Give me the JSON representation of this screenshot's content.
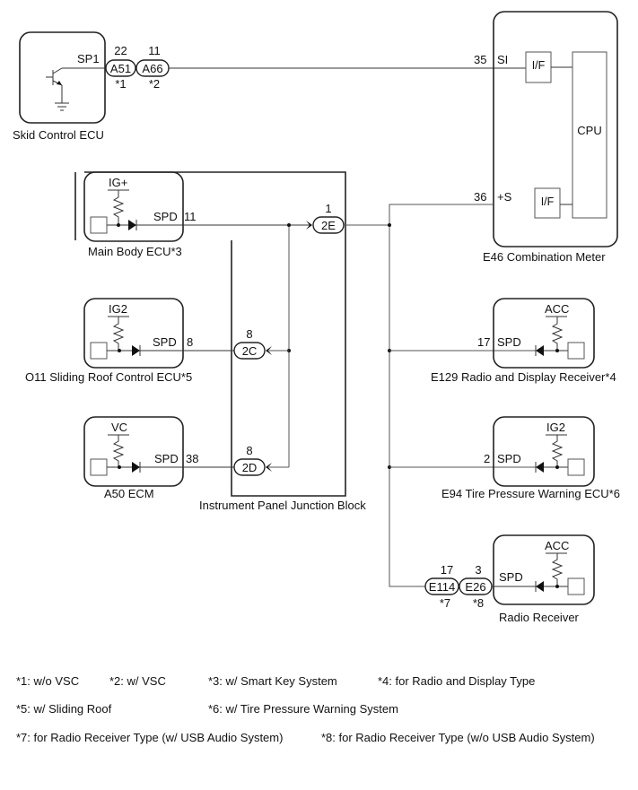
{
  "diagram": {
    "components": {
      "skid_control_ecu": {
        "label": "Skid Control ECU",
        "pin_name": "SP1"
      },
      "combination_meter": {
        "label": "E46  Combination Meter",
        "pin_si": {
          "number": "35",
          "name": "SI"
        },
        "pin_s": {
          "number": "36",
          "name": "+S"
        },
        "if_top": "I/F",
        "if_bottom": "I/F",
        "cpu": "CPU"
      },
      "main_body_ecu": {
        "label": "Main Body ECU*3",
        "supply": "IG+",
        "pin_name": "SPD",
        "pin_number": "11"
      },
      "sliding_roof_ecu": {
        "label": "O11 Sliding Roof Control ECU*5",
        "supply": "IG2",
        "pin_name": "SPD",
        "pin_number": "8"
      },
      "ecm": {
        "label": "A50 ECM",
        "supply": "VC",
        "pin_name": "SPD",
        "pin_number": "38"
      },
      "junction_block": {
        "label": "Instrument Panel Junction Block"
      },
      "radio_display_receiver": {
        "label": "E129  Radio and Display Receiver*4",
        "supply": "ACC",
        "pin_name": "SPD",
        "pin_number": "17"
      },
      "tire_pressure_ecu": {
        "label": "E94  Tire Pressure Warning ECU*6",
        "supply": "IG2",
        "pin_name": "SPD",
        "pin_number": "2"
      },
      "radio_receiver": {
        "label": "Radio Receiver",
        "supply": "ACC",
        "pin_name": "SPD"
      }
    },
    "connectors": {
      "a51": {
        "id": "A51",
        "pin": "22",
        "note": "*1"
      },
      "a66": {
        "id": "A66",
        "pin": "11",
        "note": "*2"
      },
      "c2e": {
        "id": "2E",
        "pin": "1"
      },
      "c2c": {
        "id": "2C",
        "pin": "8"
      },
      "c2d": {
        "id": "2D",
        "pin": "8"
      },
      "e114": {
        "id": "E114",
        "pin": "17",
        "note": "*7"
      },
      "e26": {
        "id": "E26",
        "pin": "3",
        "note": "*8"
      }
    },
    "notes": [
      "*1: w/o VSC",
      "*2: w/ VSC",
      "*3: w/ Smart Key System",
      "*4: for Radio and Display Type",
      "*5: w/ Sliding Roof",
      "*6: w/ Tire Pressure Warning System",
      "*7: for Radio Receiver Type (w/ USB Audio System)",
      "*8: for Radio Receiver Type (w/o USB Audio System)"
    ]
  }
}
